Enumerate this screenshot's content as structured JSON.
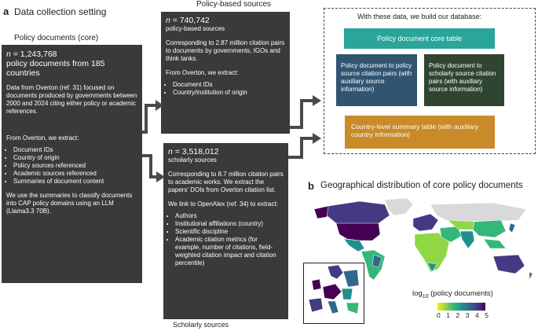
{
  "panel_a": {
    "letter": "a",
    "title": "Data collection setting",
    "core": {
      "header": "Policy documents (core)",
      "n_label": "n",
      "n_value": " = 1,243,768",
      "headline": "policy documents from 185 countries",
      "description": "Data from Overton (ref. 31) focused on documents produced by governments between 2000 and 2024 citing either policy or academic references.",
      "extract_intro": "From Overton, we extract:",
      "extract_items": [
        "Document IDs",
        "Country of origin",
        "Policy sources referenced",
        "Academic sources referenced",
        "Summaries of document content"
      ],
      "closing": "We use the summaries to classify documents into CAP policy domains using an LLM (Llama3.3 70B)."
    },
    "policy_sources": {
      "header": "Policy-based sources",
      "n_label": "n",
      "n_value": " = 740,742",
      "subtitle": "policy-based sources",
      "description": "Corresponding to 2.87 million citation pairs to documents by governments, IGOs and think tanks.",
      "extract_intro": "From Overton, we extract:",
      "extract_items": [
        "Document IDs",
        "Country/institution of origin"
      ]
    },
    "scholarly_sources": {
      "footer": "Scholarly sources",
      "n_label": "n",
      "n_value": " = 3,518,012",
      "subtitle": "scholarly sources",
      "description": "Corresponding to 8.7 million citation pairs to academic works. We extract the papers' DOIs from Overton citation list.",
      "link_intro": "We link to OpenAlex (ref. 34) to extract:",
      "extract_items": [
        "Authors",
        "Institutional affiliations (country)",
        "Scientific discipline",
        "Academic citation metrics (for example, number of citations, field-weighted citation impact and citation percentile)"
      ]
    },
    "database": {
      "header": "With these data, we build our database:",
      "core_table": "Policy document core table",
      "policy_pairs": "Policy document to policy source citation pairs (with auxiliary source information)",
      "scholarly_pairs": "Policy document to scholarly source citation pairs (with auxiliary source information)",
      "country_table": "Country-level summary table (with auxiliary country information)",
      "colors": {
        "core_table": "#2aa59a",
        "policy_pairs": "#2f5571",
        "scholarly_pairs": "#2f4532",
        "country_table": "#c98a2a"
      }
    }
  },
  "panel_b": {
    "letter": "b",
    "title": "Geographical distribution of core policy documents",
    "legend": {
      "label_prefix": "log",
      "label_sub": "10",
      "label_suffix": " (policy documents)",
      "ticks": [
        "0",
        "1",
        "2",
        "3",
        "4",
        "5"
      ],
      "colors": [
        "#fde725",
        "#8fd744",
        "#35b779",
        "#21908d",
        "#31688e",
        "#443a83",
        "#440154"
      ]
    }
  }
}
